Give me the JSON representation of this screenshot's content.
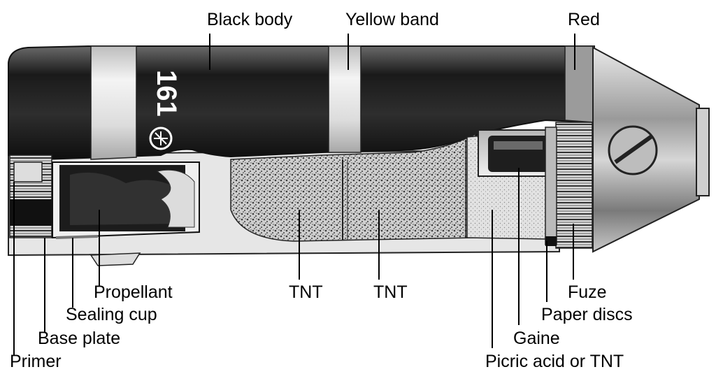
{
  "diagram": {
    "marking": "161",
    "labels": {
      "black_body": "Black body",
      "yellow_band": "Yellow band",
      "red": "Red",
      "propellant": "Propellant",
      "sealing_cup": "Sealing cup",
      "base_plate": "Base plate",
      "primer": "Primer",
      "tnt_1": "TNT",
      "tnt_2": "TNT",
      "fuze": "Fuze",
      "paper_discs": "Paper discs",
      "gaine": "Gaine",
      "picric_acid": "Picric acid or TNT"
    }
  }
}
